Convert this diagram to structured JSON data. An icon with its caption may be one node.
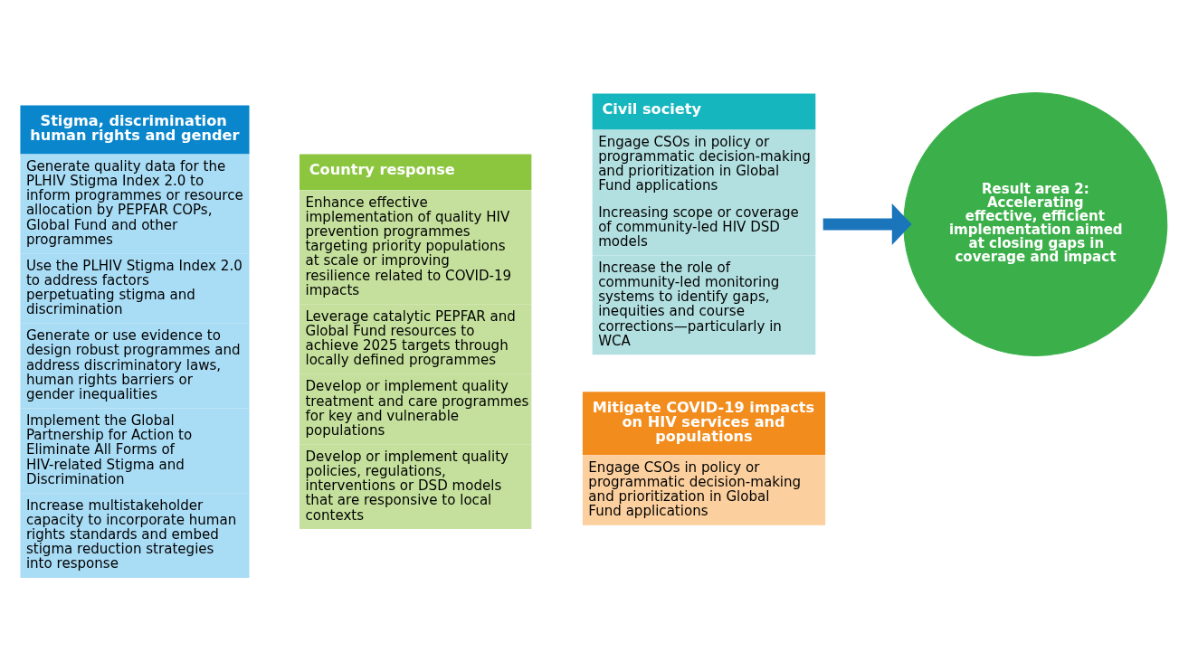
{
  "diagram": {
    "nodes": [
      {
        "text": [
          "Stigma, discrimination human rights and gender",
          "Generate quality data for the PLHIV Stigma Index 2.0 to inform programmes or resource allocation by PEPFAR COPs, Global Fund and other programmes",
          "Use the PLHIV Stigma Index 2.0 to address factors perpetuating stigma and discrimination",
          "Generate or use evidence to design robust programmes and address discriminatory laws, human rights barriers or gender inequalities",
          "Implement the Global Partnership for Action to Eliminate All Forms of HIV-related Stigma and Discrimination",
          "Increase multistakeholder capacity to incorporate human rights standards and embed stigma reduction strategies into response"
        ]
      },
      {
        "text": [
          "Country response",
          "Enhance effective implementation of quality HIV prevention programmes targeting priority populations at scale or improving resilience related to COVID-19 impacts",
          "Leverage catalytic PEPFAR and Global Fund resources to achieve 2025 targets through locally defined programmes",
          "Develop or implement quality treatment and care programmes for key and vulnerable populations",
          "Develop or implement quality policies, regulations, interventions or DSD models that are responsive to local contexts"
        ]
      },
      {
        "text": [
          "Civil society",
          "Engage CSOs in policy or programmatic decision-making and prioritization in Global Fund applications",
          "Increasing scope or coverage of community-led HIV DSD models",
          "Increase the role of community-led monitoring systems to identify gaps, inequities and course corrections—particularly in WCA"
        ]
      },
      {
        "text": [
          "Mitigate COVID-19 impacts on HIV services and populations",
          "Engage CSOs in policy or programmatic decision-making and prioritization in Global Fund applications"
        ]
      },
      {
        "text": [
          "Result area 2: Accelerating effective, efficient implementation aimed at closing gaps in coverage and impact"
        ]
      }
    ],
    "edges": [
      {
        "from": 2,
        "to": 4,
        "arrow": "to",
        "color": "#1a75bb"
      }
    ]
  }
}
